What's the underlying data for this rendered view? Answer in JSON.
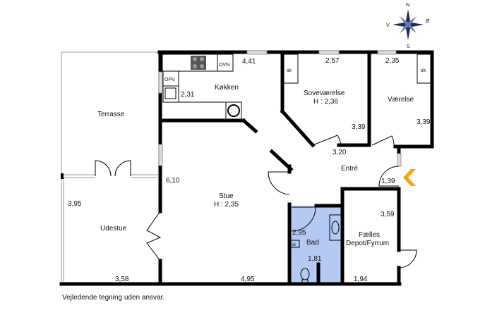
{
  "compass": {
    "n": "N",
    "s": "S",
    "v": "V",
    "o": "Ø"
  },
  "rooms": {
    "terrasse": "Terrasse",
    "udestue": "Udestue",
    "kokken": "Køkken",
    "stue": "Stue",
    "stue_h": "H : 2,35",
    "sovevaerelse": "Soveværelse",
    "sovevaerelse_h": "H : 2,36",
    "vaerelse": "Værelse",
    "entre": "Entré",
    "bad": "Bad",
    "depot1": "Fælles",
    "depot2": "Depot/Fyrrum"
  },
  "fixtures": {
    "ovn": "OVN",
    "opv": "OPV",
    "sk": "sk"
  },
  "dimensions": {
    "kitchen_w": "4,41",
    "kitchen_d": "2,31",
    "sove_w": "2,57",
    "sove_d": "3,39",
    "vaer_w": "2,35",
    "vaer_d": "3,39",
    "entre_w": "3,20",
    "entre_d": "1,39",
    "stue_d": "6,10",
    "stue_w": "4,95",
    "udestue_d": "3,95",
    "udestue_w": "3,58",
    "bad_d": "2,95",
    "bad_w": "1,81",
    "depot_d": "3,59",
    "depot_w": "1,94"
  },
  "colors": {
    "bath": "#b4caf3",
    "entrance_arrow": "#f2a516"
  },
  "note": "Vejledende tegning uden ansvar."
}
